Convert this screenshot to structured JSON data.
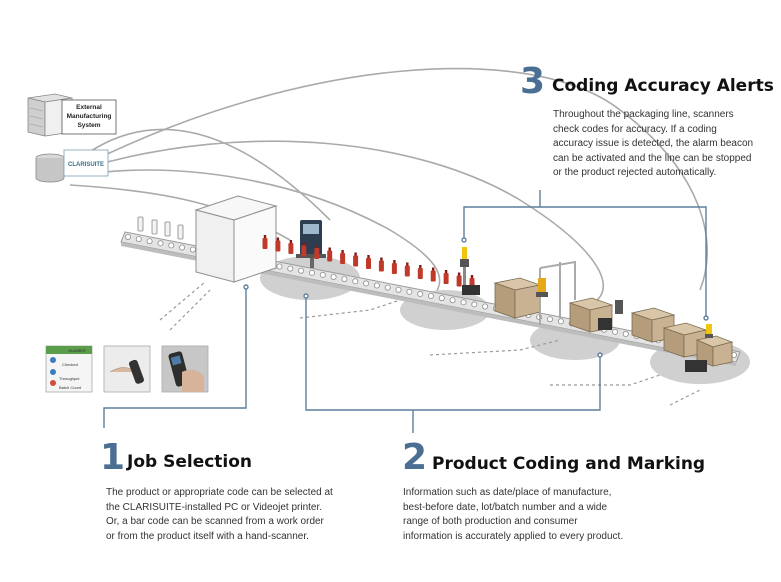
{
  "external_system": {
    "line1": "External",
    "line2": "Manufacturing",
    "line3": "System"
  },
  "clarisuite_label": "CLARISUITE",
  "steps": [
    {
      "number": "1",
      "title": "Job Selection",
      "body": [
        "The product or appropriate code can be selected at",
        "the CLARISUITE-installed PC or Videojet printer.",
        "Or, a bar code can be scanned from a work order",
        "or from the product itself with a hand-scanner."
      ]
    },
    {
      "number": "2",
      "title": "Product Coding and Marking",
      "body": [
        "Information such as date/place of manufacture,",
        "best-before date, lot/batch number and a wide",
        "range of both production and consumer",
        "information is accurately applied to every product."
      ]
    },
    {
      "number": "3",
      "title": "Coding Accuracy Alerts",
      "body": [
        "Throughout the packaging line, scanners",
        "check codes for accuracy. If a coding",
        "accuracy issue is detected, the alarm beacon",
        "can be activated and the line can be stopped",
        "or the product rejected automatically."
      ]
    }
  ],
  "screen_thumb": {
    "header": "NUMBER",
    "row1": "Checked",
    "row2": "Throughput",
    "row3": "Batch Count"
  },
  "colors": {
    "accent_blue": "#4a6f93",
    "connector": "#5d7f9c",
    "bottle_red": "#c0392b",
    "conveyor": "#d5d5d5",
    "box": "#bfa88a"
  }
}
